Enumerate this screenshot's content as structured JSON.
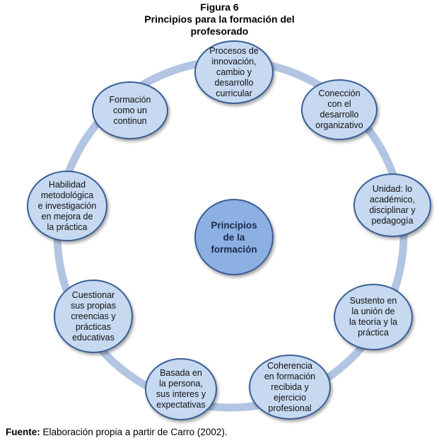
{
  "figure": {
    "label": "Figura 6",
    "title_line1": "Principios para la formación del",
    "title_line2": "profesorado"
  },
  "colors": {
    "ring": "#b2c5e3",
    "node_fill": "#c6d9f1",
    "node_border": "#3a5f96",
    "center_fill": "#8db0e3"
  },
  "center": {
    "label": "Principios\nde la\nformación"
  },
  "nodes": [
    {
      "label": "Procesos de\ninnovación,\ncambio  y\ndesarrollo\ncurricular"
    },
    {
      "label": "Conección\ncon el\ndesarrollo\norganizativo"
    },
    {
      "label": "Unidad: lo\nacadémico,\ndisciplinar y\npedagogía"
    },
    {
      "label": "Sustento en\nla unión de\nla teoría y la\npráctica"
    },
    {
      "label": "Coherencia\nen formación\nrecibida y\nejercicio\nprofesional"
    },
    {
      "label": "Basada  en\nla persona,\nsus interes y\nexpectativas"
    },
    {
      "label": "Cuestionar\nsus propias\ncreencias y\nprácticas\neducativas"
    },
    {
      "label": "Habilidad\nmetodológica\ne investigación\nen mejora de\nla práctica"
    },
    {
      "label": "Formación\ncomo un\ncontinun"
    }
  ],
  "source": {
    "prefix": "Fuente:",
    "text": " Elaboración propia a partir de Carro (2002)."
  }
}
